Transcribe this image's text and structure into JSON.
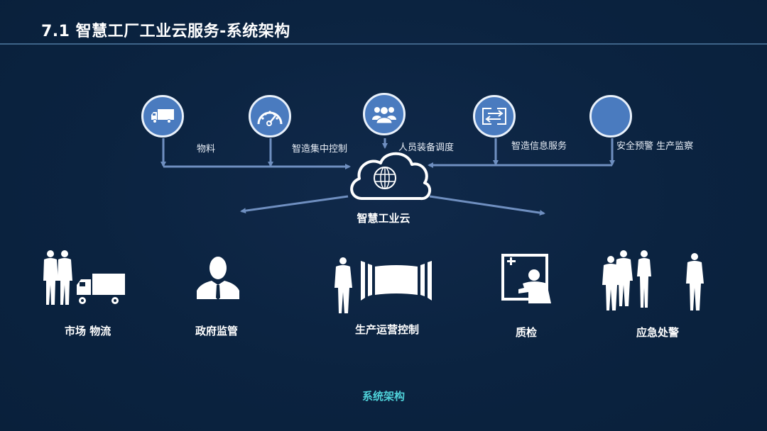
{
  "header": {
    "title": "7.1 智慧工厂工业云服务-系统架构"
  },
  "inputs": [
    {
      "id": "materials",
      "label": "物料",
      "icon": "truck-icon"
    },
    {
      "id": "central-control",
      "label": "智造集中控制",
      "icon": "gauge-icon"
    },
    {
      "id": "personnel",
      "label": "人员装备调度",
      "icon": "people-group-icon"
    },
    {
      "id": "info-service",
      "label": "智造信息服务",
      "icon": "exchange-arrows-icon"
    },
    {
      "id": "safety",
      "label": "安全预警 生产监察",
      "icon": "blank-circle-icon"
    }
  ],
  "hub": {
    "label": "智慧工业云",
    "icon": "cloud-globe-icon"
  },
  "outputs": [
    {
      "id": "market-logistics",
      "label": "市场 物流",
      "icon": "people-truck-icon"
    },
    {
      "id": "gov-supervision",
      "label": "政府监管",
      "icon": "businessman-icon"
    },
    {
      "id": "production-ops",
      "label": "生产运营控制",
      "icon": "person-screens-icon"
    },
    {
      "id": "quality-check",
      "label": "质检",
      "icon": "presenter-board-icon"
    },
    {
      "id": "emergency",
      "label": "应急处警",
      "icon": "people-group-silhouette-icon"
    }
  ],
  "footer": {
    "caption": "系统架构"
  },
  "colors": {
    "background": "#0c2440",
    "node_fill": "#4a7bbf",
    "node_border": "#e9f1fb",
    "connector": "#6f8fc0",
    "caption_accent": "#4fd1d9"
  }
}
